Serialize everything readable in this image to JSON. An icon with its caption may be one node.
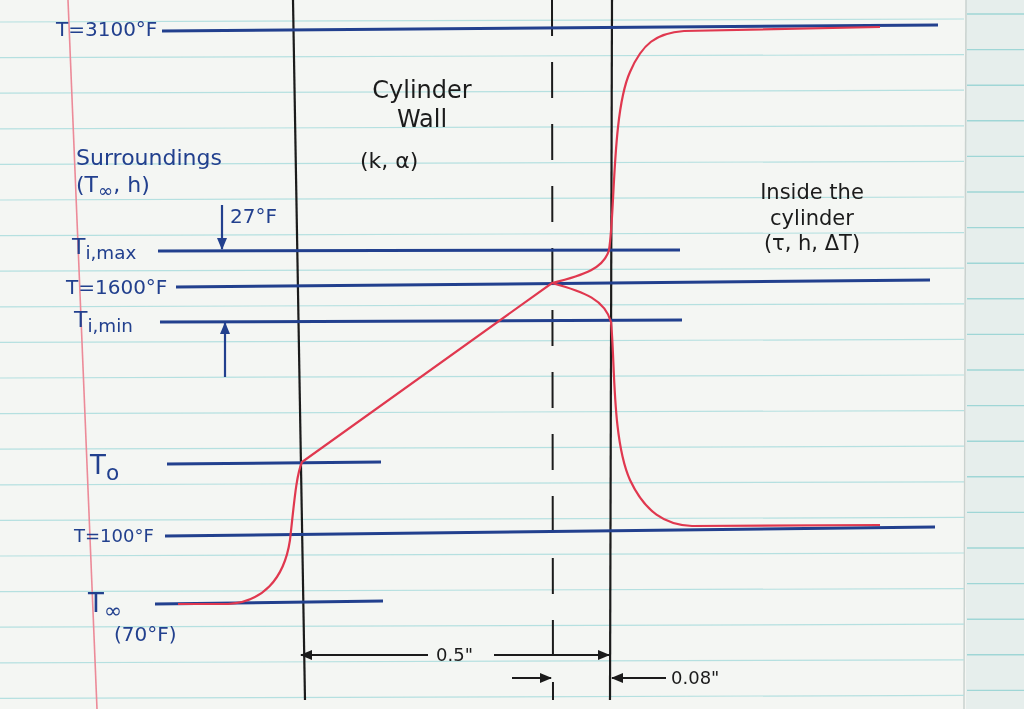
{
  "diagram": {
    "labels": [
      "T=3100°F",
      "Cylinder Wall",
      "Surroundings (T$_{∞}$, h)",
      "(k, α)",
      "Inside the cylinder (τ, h, ΔT)",
      "27°F",
      "T$_{i,max}$",
      "T=1600°F",
      "T$_{i,min}$",
      "T$_{o}$",
      "T=100°F",
      "T$_{∞}$",
      "(70°F)",
      "0.5\"",
      "0.08\""
    ]
  }
}
